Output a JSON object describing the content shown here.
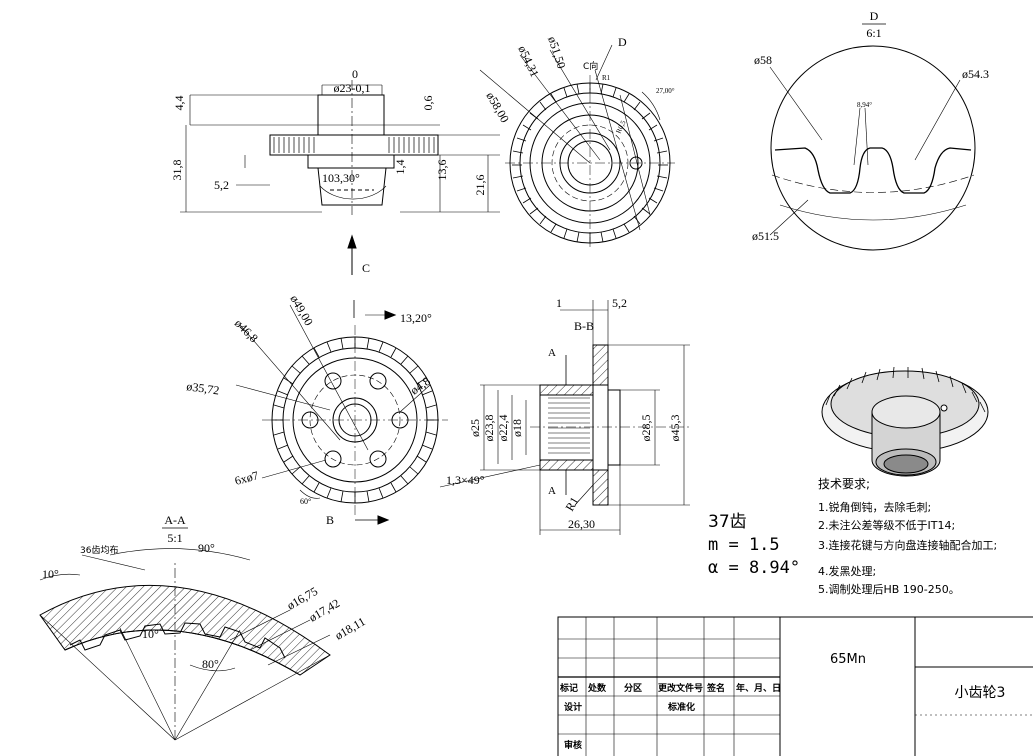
{
  "views": {
    "front": {
      "top_label": "0",
      "dims": {
        "d1": "ø23-0,1",
        "d2": "4,4",
        "d3": "0,6",
        "d4": "31,8",
        "d5": "5,2",
        "d6": "103,30°",
        "d7": "1,4",
        "d8": "13,6",
        "d9": "21,6"
      },
      "view_arrow": "C"
    },
    "top_circle": {
      "dims": {
        "d1": "ø58,00",
        "d2": "ø54,31",
        "d3": "ø51,50",
        "d4": "C向",
        "d5": "D",
        "d6": "27,00°",
        "d7": "R1",
        "d8": "R0,5"
      }
    },
    "detail_d": {
      "title_top": "D",
      "title_bottom": "6:1",
      "dims": {
        "d1": "ø58",
        "d2": "ø54.3",
        "d3": "8,94°",
        "d4": "ø51.5"
      }
    },
    "gear_face": {
      "dims": {
        "d1": "ø49,00",
        "d2": "ø46,8",
        "d3": "13,20°",
        "d4": "ø35,72",
        "d5": "ø4,8",
        "d6": "6xø7",
        "d7": "60°",
        "d8": "B"
      }
    },
    "section_bb": {
      "title": "B-B",
      "dims": {
        "d1": "1",
        "d2": "5,2",
        "d3": "A",
        "d4": "ø25",
        "d5": "ø23,8",
        "d6": "ø22,4",
        "d7": "ø18",
        "d8": "ø28,5",
        "d9": "ø45,3",
        "d10": "1,3×49°",
        "d11": "A",
        "d12": "R1",
        "d13": "26,30"
      }
    },
    "section_aa": {
      "title_top": "A-A",
      "title_bottom": "5:1",
      "dims": {
        "d1": "36齿均布",
        "d2": "90°",
        "d3": "10°",
        "d4": "10°",
        "d5": "ø16,75",
        "d6": "ø17,42",
        "d7": "ø18,11",
        "d8": "80°"
      }
    }
  },
  "gear_spec": {
    "teeth": "37齿",
    "module": "m = 1.5",
    "angle": "α  = 8.94°"
  },
  "tech_requirements": {
    "title": "技术要求;",
    "items": [
      "1.锐角倒钝，去除毛刺;",
      "2.未注公差等级不低于IT14;",
      "3.连接花键与方向盘连接轴配合加工;",
      "4.发黑处理;",
      "5.调制处理后HB 190-250。"
    ]
  },
  "title_block": {
    "material": "65Mn",
    "part_name": "小齿轮3",
    "header_cells": [
      "标记",
      "处数",
      "分区",
      "更改文件号",
      "签名",
      "年、月、日"
    ],
    "design_label": "设计",
    "standard_label": "标准化",
    "review_label": "审核"
  }
}
